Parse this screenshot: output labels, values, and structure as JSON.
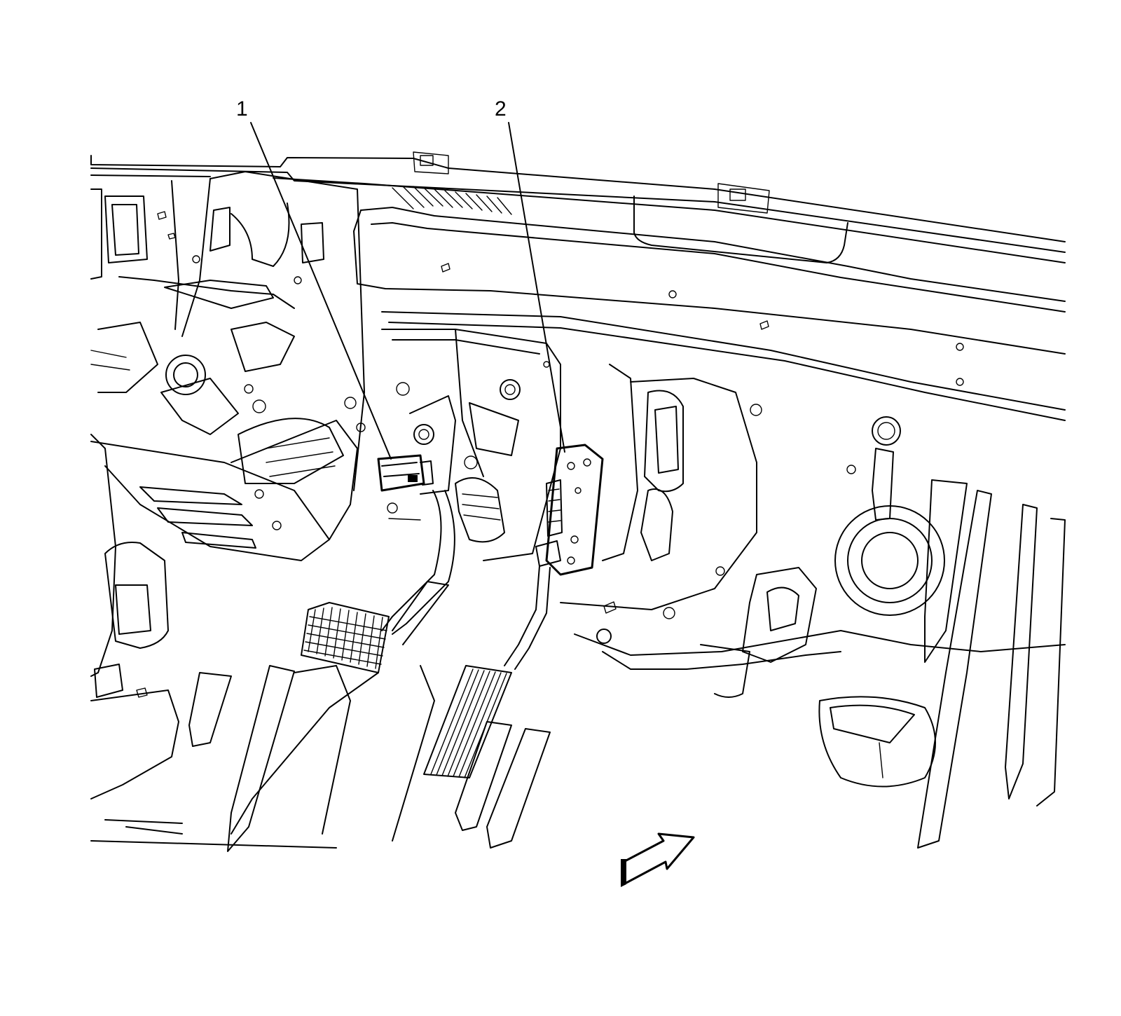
{
  "callouts": [
    {
      "id": "1",
      "label": "1"
    },
    {
      "id": "2",
      "label": "2"
    }
  ],
  "figure": {
    "subject": "accelerator-pedal-and-brake-pedal-position-sensor-location",
    "view_direction_icon": "forward-arrow-icon"
  },
  "colors": {
    "line": "#000000",
    "background": "#ffffff"
  }
}
